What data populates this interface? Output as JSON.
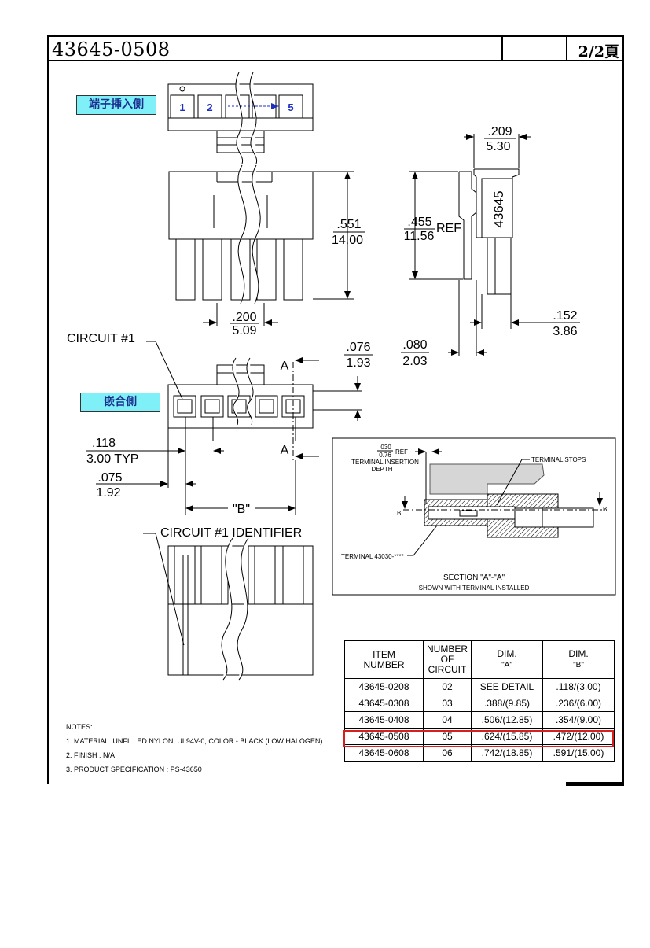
{
  "header": {
    "part_number": "43645-0508",
    "page": "2/2頁"
  },
  "labels": {
    "terminal_insertion_side": "端子挿入側",
    "mating_side": "嵌合側",
    "circuit_1": "CIRCUIT #1",
    "circuit_1_identifier": "CIRCUIT #1 IDENTIFIER",
    "pin_1": "1",
    "pin_2": "2",
    "pin_5": "5",
    "housing_marking": "43645",
    "section_a_top": "A",
    "section_a_bottom": "A",
    "dim_b_label": "\"B\""
  },
  "dimensions": {
    "d209_in": ".209",
    "d209_mm": "5.30",
    "d551_in": ".551",
    "d551_mm": "14.00",
    "d455_in": ".455",
    "d455_mm": "11.56",
    "d455_ref": "REF",
    "d200_in": ".200",
    "d200_mm": "5.09",
    "d152_in": ".152",
    "d152_mm": "3.86",
    "d080_in": ".080",
    "d080_mm": "2.03",
    "d076_in": ".076",
    "d076_mm": "1.93",
    "d118_in": ".118",
    "d118_mm": "3.00 TYP",
    "d075_in": ".075",
    "d075_mm": "1.92"
  },
  "section_view": {
    "ref_in": ".030",
    "ref_mm": "0.76",
    "ref_label": "REF",
    "insertion_depth_1": "TERMINAL INSERTION",
    "insertion_depth_2": "DEPTH",
    "terminal_stops": "TERMINAL STOPS",
    "terminal": "TERMINAL 43030-****",
    "b_left": "B",
    "b_right": "B",
    "caption": "SECTION \"A\"-\"A\"",
    "subcaption": "SHOWN WITH TERMINAL INSTALLED"
  },
  "table": {
    "headers": [
      [
        "ITEM",
        "NUMBER"
      ],
      [
        "NUMBER",
        "OF",
        "CIRCUIT"
      ],
      [
        "DIM.",
        "\"A\""
      ],
      [
        "DIM.",
        "\"B\""
      ]
    ],
    "rows": [
      [
        "43645-0208",
        "02",
        "SEE DETAIL",
        ".118/(3.00)"
      ],
      [
        "43645-0308",
        "03",
        ".388/(9.85)",
        ".236/(6.00)"
      ],
      [
        "43645-0408",
        "04",
        ".506/(12.85)",
        ".354/(9.00)"
      ],
      [
        "43645-0508",
        "05",
        ".624/(15.85)",
        ".472/(12.00)"
      ],
      [
        "43645-0608",
        "06",
        ".742/(18.85)",
        ".591/(15.00)"
      ]
    ],
    "highlight_row": 3,
    "highlight_color": "#d61f1f"
  },
  "notes": {
    "title": "NOTES:",
    "items": [
      "1.  MATERIAL: UNFILLED NYLON, UL94V-0, COLOR - BLACK (LOW HALOGEN)",
      "2.  FINISH : N/A",
      "3.  PRODUCT SPECIFICATION : PS-43650"
    ]
  },
  "colors": {
    "label_bg": "#7ff0f8",
    "label_text": "#1b2f8f",
    "arrow_blue": "#1f2fbf"
  }
}
